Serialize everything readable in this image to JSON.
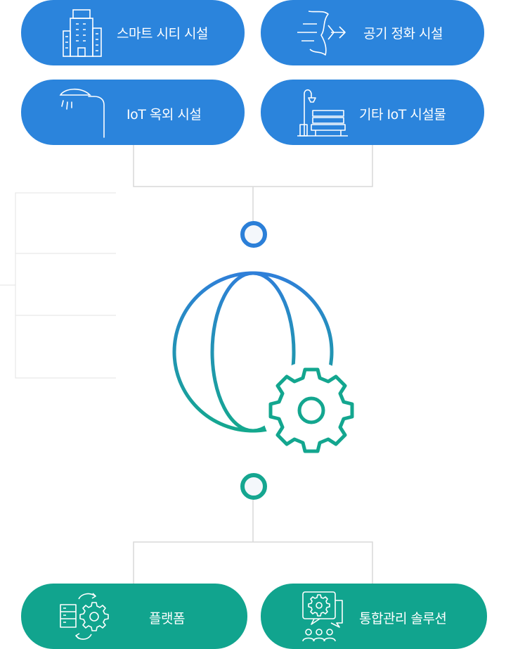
{
  "top_items": [
    {
      "label": "스마트 시티 시설",
      "icon": "building-icon"
    },
    {
      "label": "공기 정화 시설",
      "icon": "air-flow-icon"
    },
    {
      "label": "IoT 옥외 시설",
      "icon": "street-lamp-icon"
    },
    {
      "label": "기타 IoT 시설물",
      "icon": "bench-lamp-icon"
    }
  ],
  "bottom_items": [
    {
      "label": "플랫폼",
      "icon": "server-gear-icon"
    },
    {
      "label": "통합관리 솔루션",
      "icon": "support-team-icon"
    }
  ],
  "center": {
    "icon": "globe-gear-icon"
  },
  "colors": {
    "blue": "#2b84dc",
    "green": "#11a48e",
    "connector": "#d9d9d9",
    "globe_gradient_top": "#2f7fd9",
    "globe_gradient_bottom": "#14a88e"
  }
}
